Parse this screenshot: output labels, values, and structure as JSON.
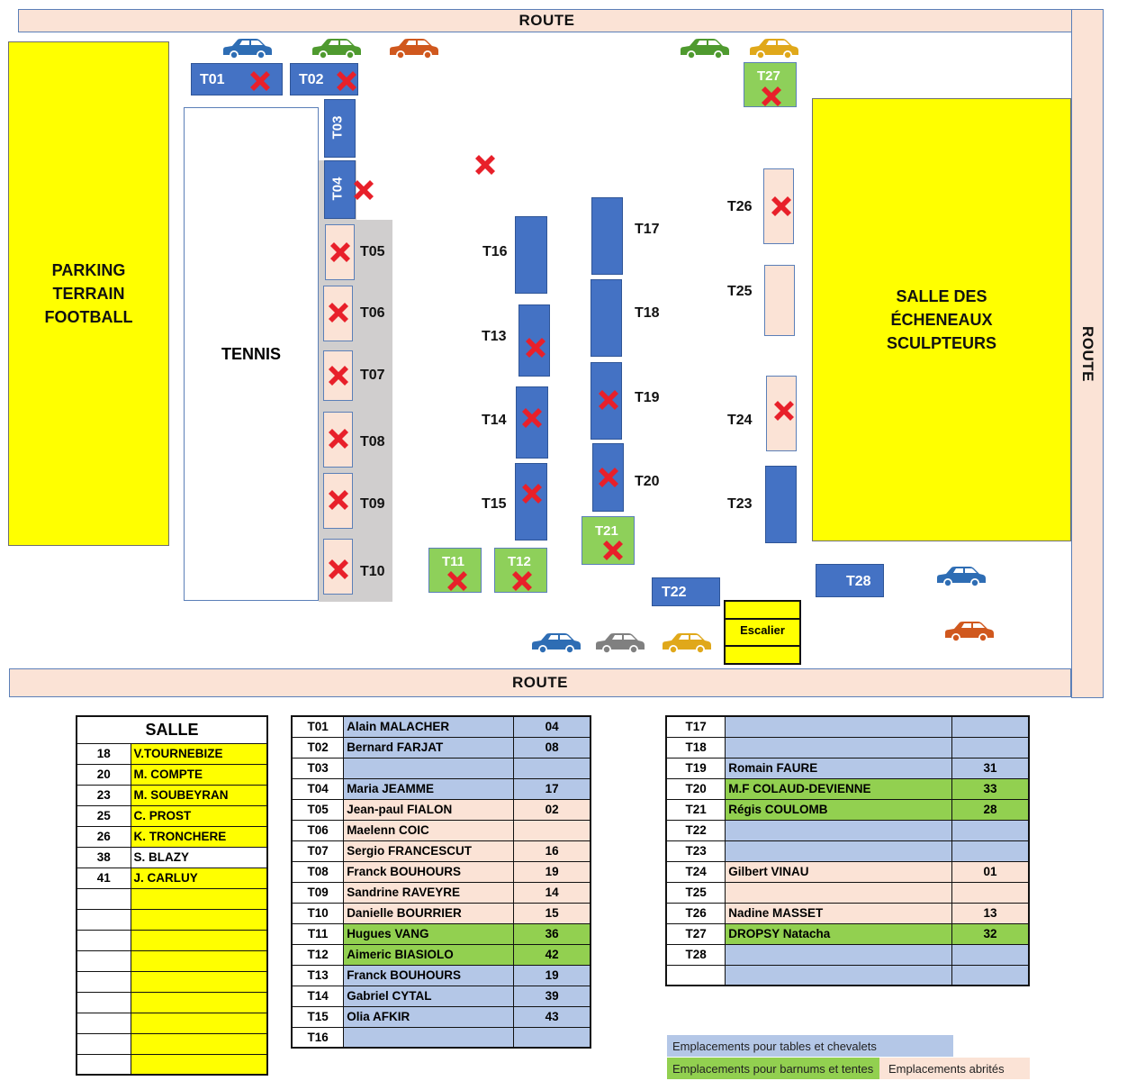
{
  "roads": {
    "top": "ROUTE",
    "bottom": "ROUTE",
    "right": "ROUTE"
  },
  "areas": {
    "parking": "PARKING\nTERRAIN\nFOOTBALL",
    "tennis": "TENNIS",
    "salle": "SALLE DES\nÉCHENEAUX\nSCULPTEURS",
    "escalier": "Escalier"
  },
  "stalls": {
    "T01": "T01",
    "T02": "T02",
    "T03": "T03",
    "T04": "T04",
    "T05": "T05",
    "T06": "T06",
    "T07": "T07",
    "T08": "T08",
    "T09": "T09",
    "T10": "T10",
    "T11": "T11",
    "T12": "T12",
    "T13": "T13",
    "T14": "T14",
    "T15": "T15",
    "T16": "T16",
    "T17": "T17",
    "T18": "T18",
    "T19": "T19",
    "T20": "T20",
    "T21": "T21",
    "T22": "T22",
    "T23": "T23",
    "T24": "T24",
    "T25": "T25",
    "T26": "T26",
    "T27": "T27",
    "T28": "T28"
  },
  "colors": {
    "table_stall": "#4472c4",
    "tent_stall": "#8ed05a",
    "shelter_stall": "#fbe3d6",
    "road": "#fbe3d6",
    "yellow": "#ffff00",
    "cross": "#e8202a",
    "car_blue": "#2e6db4",
    "car_green": "#4f9a2f",
    "car_orange": "#d0581e",
    "car_gold": "#e0a81a",
    "car_gray": "#808080"
  },
  "salle_table": {
    "header": "SALLE",
    "rows": [
      {
        "num": "18",
        "name": "V.TOURNEBIZE",
        "color": "yellow"
      },
      {
        "num": "20",
        "name": "M. COMPTE",
        "color": "yellow"
      },
      {
        "num": "23",
        "name": "M. SOUBEYRAN",
        "color": "yellow"
      },
      {
        "num": "25",
        "name": "C. PROST",
        "color": "yellow"
      },
      {
        "num": "26",
        "name": "K. TRONCHERE",
        "color": "yellow"
      },
      {
        "num": "38",
        "name": "S. BLAZY",
        "color": "white"
      },
      {
        "num": "41",
        "name": "J. CARLUY",
        "color": "yellow"
      },
      {
        "num": "",
        "name": "",
        "color": "yellow"
      },
      {
        "num": "",
        "name": "",
        "color": "yellow"
      },
      {
        "num": "",
        "name": "",
        "color": "yellow"
      },
      {
        "num": "",
        "name": "",
        "color": "yellow"
      },
      {
        "num": "",
        "name": "",
        "color": "yellow"
      },
      {
        "num": "",
        "name": "",
        "color": "yellow"
      },
      {
        "num": "",
        "name": "",
        "color": "yellow"
      },
      {
        "num": "",
        "name": "",
        "color": "yellow"
      },
      {
        "num": "",
        "name": "",
        "color": "yellow"
      }
    ]
  },
  "stall_table_1": [
    {
      "id": "T01",
      "name": "Alain MALACHER",
      "num": "04",
      "color": "blue"
    },
    {
      "id": "T02",
      "name": "Bernard FARJAT",
      "num": "08",
      "color": "blue"
    },
    {
      "id": "T03",
      "name": "",
      "num": "",
      "color": "blue"
    },
    {
      "id": "T04",
      "name": "Maria JEAMME",
      "num": "17",
      "color": "blue"
    },
    {
      "id": "T05",
      "name": "Jean-paul FIALON",
      "num": "02",
      "color": "peach"
    },
    {
      "id": "T06",
      "name": "Maelenn COIC",
      "num": "",
      "color": "peach"
    },
    {
      "id": "T07",
      "name": "Sergio FRANCESCUT",
      "num": "16",
      "color": "peach"
    },
    {
      "id": "T08",
      "name": "Franck BOUHOURS",
      "num": "19",
      "color": "peach"
    },
    {
      "id": "T09",
      "name": "Sandrine RAVEYRE",
      "num": "14",
      "color": "peach"
    },
    {
      "id": "T10",
      "name": "Danielle BOURRIER",
      "num": "15",
      "color": "peach"
    },
    {
      "id": "T11",
      "name": "Hugues VANG",
      "num": "36",
      "color": "green"
    },
    {
      "id": "T12",
      "name": "Aimeric BIASIOLO",
      "num": "42",
      "color": "green"
    },
    {
      "id": "T13",
      "name": "Franck BOUHOURS",
      "num": "19",
      "color": "blue"
    },
    {
      "id": "T14",
      "name": "Gabriel CYTAL",
      "num": "39",
      "color": "blue"
    },
    {
      "id": "T15",
      "name": "Olia AFKIR",
      "num": "43",
      "color": "blue"
    },
    {
      "id": "T16",
      "name": "",
      "num": "",
      "color": "blue"
    }
  ],
  "stall_table_2": [
    {
      "id": "T17",
      "name": "",
      "num": "",
      "color": "blue"
    },
    {
      "id": "T18",
      "name": "",
      "num": "",
      "color": "blue"
    },
    {
      "id": "T19",
      "name": "Romain FAURE",
      "num": "31",
      "color": "blue"
    },
    {
      "id": "T20",
      "name": "M.F COLAUD-DEVIENNE",
      "num": "33",
      "color": "green"
    },
    {
      "id": "T21",
      "name": "Régis COULOMB",
      "num": "28",
      "color": "green"
    },
    {
      "id": "T22",
      "name": "",
      "num": "",
      "color": "blue"
    },
    {
      "id": "T23",
      "name": "",
      "num": "",
      "color": "blue"
    },
    {
      "id": "T24",
      "name": "Gilbert VINAU",
      "num": "01",
      "color": "peach"
    },
    {
      "id": "T25",
      "name": "",
      "num": "",
      "color": "peach"
    },
    {
      "id": "T26",
      "name": "Nadine MASSET",
      "num": "13",
      "color": "peach"
    },
    {
      "id": "T27",
      "name": "DROPSY Natacha",
      "num": "32",
      "color": "green"
    },
    {
      "id": "T28",
      "name": "",
      "num": "",
      "color": "blue"
    },
    {
      "id": "",
      "name": "",
      "num": "",
      "color": "blue"
    }
  ],
  "legend": {
    "tables": "Emplacements pour tables et chevalets",
    "tents": "Emplacements pour barnums et tentes",
    "shelter": "Emplacements abrités"
  }
}
